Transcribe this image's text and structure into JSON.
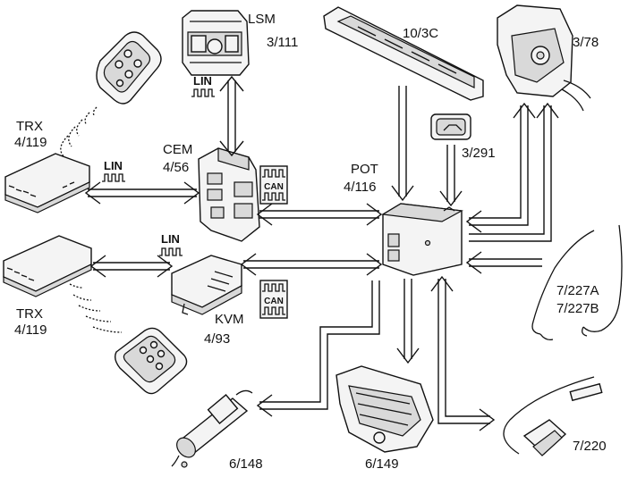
{
  "labels": {
    "lsm": "LSM",
    "lsm_code": "3/111",
    "c10": "10/3C",
    "c378": "3/78",
    "trx_top": "TRX",
    "trx_top_code": "4/119",
    "cem": "CEM",
    "cem_code": "4/56",
    "pot": "POT",
    "pot_code": "4/116",
    "c3291": "3/291",
    "trx_bottom": "TRX",
    "trx_bottom_code": "4/119",
    "kvm": "KVM",
    "kvm_code": "4/93",
    "c7227a": "7/227A",
    "c7227b": "7/227B",
    "c6148": "6/148",
    "c6149": "6/149",
    "c7220": "7/220"
  },
  "signals": {
    "lin": "LIN",
    "can": "CAN"
  }
}
